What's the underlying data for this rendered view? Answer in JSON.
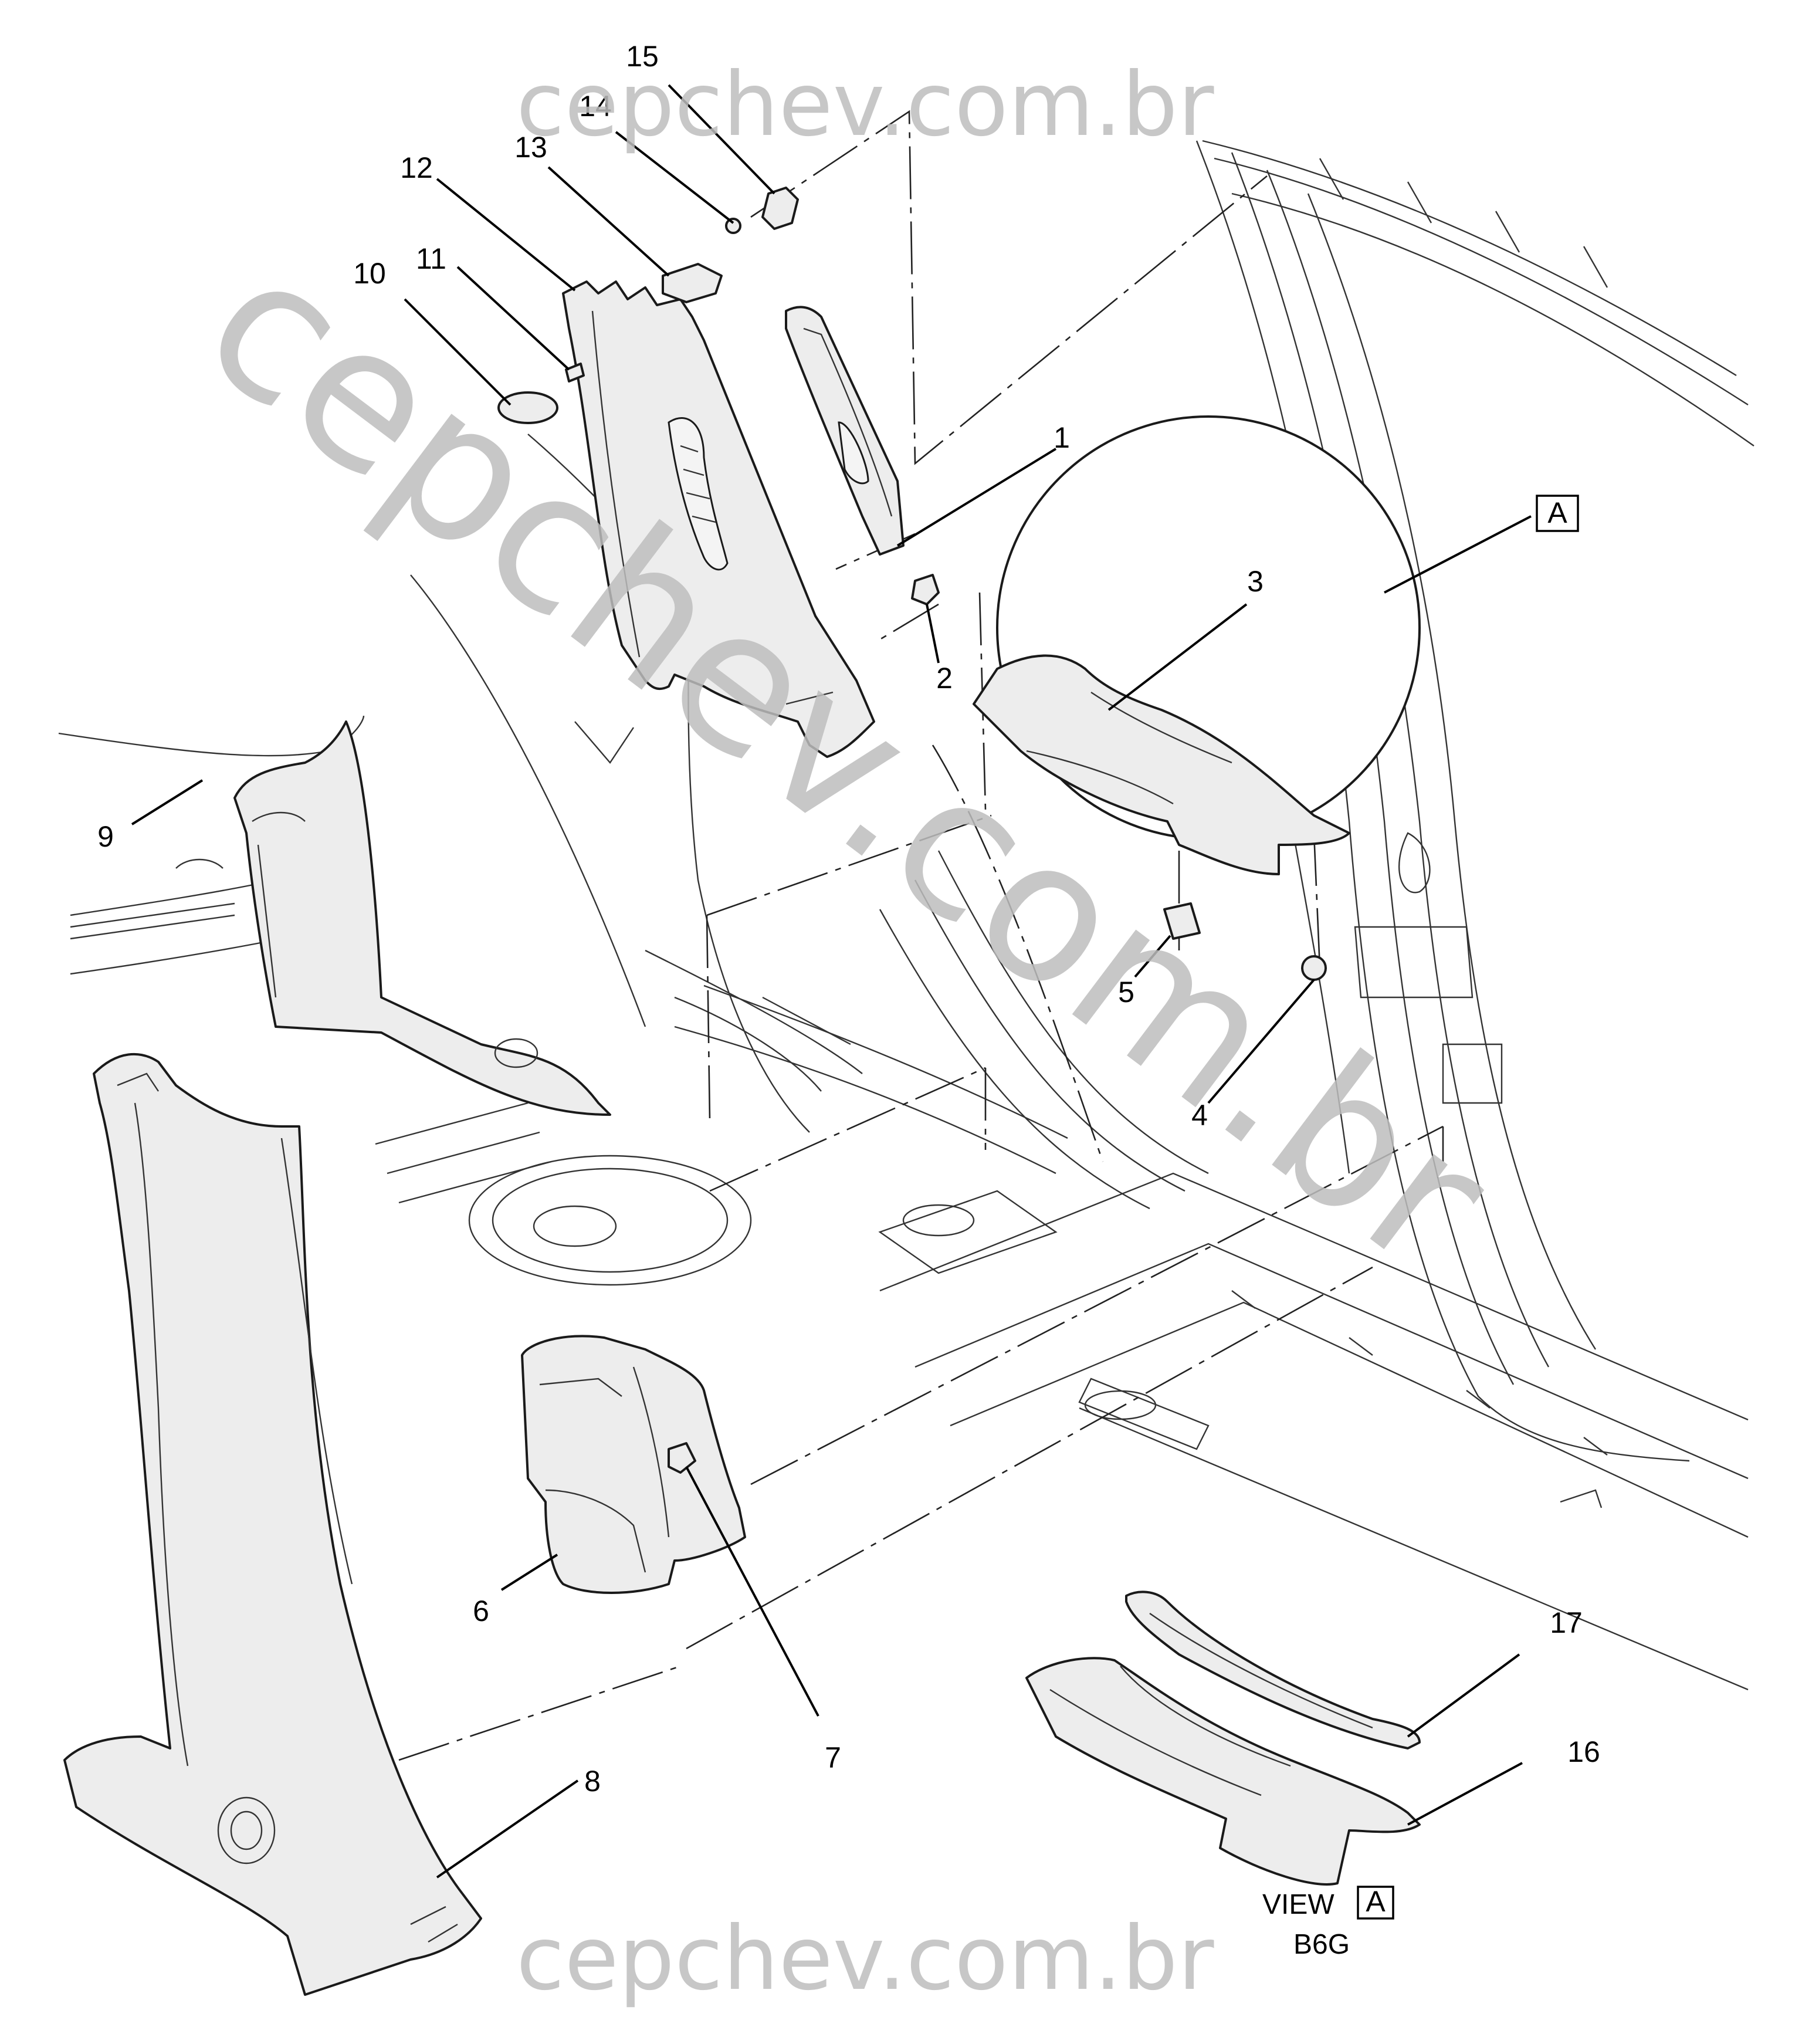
{
  "watermark": {
    "top": "cepchev.com.br",
    "diagonal": "cepchev.com.br",
    "bottom": "cepchev.com.br"
  },
  "callouts": {
    "c1": "1",
    "c2": "2",
    "c3": "3",
    "c4": "4",
    "c5": "5",
    "c6": "6",
    "c7": "7",
    "c8": "8",
    "c9": "9",
    "c10": "10",
    "c11": "11",
    "c12": "12",
    "c13": "13",
    "c14": "14",
    "c15": "15",
    "c16": "16",
    "c17": "17"
  },
  "view_ref": {
    "letter": "A"
  },
  "view_caption": {
    "prefix": "VIEW",
    "letter": "A",
    "code": "B6G"
  },
  "colors": {
    "line": "#1a1a1a",
    "watermark": "#bdbdbd",
    "panel_fill": "#ededed"
  }
}
